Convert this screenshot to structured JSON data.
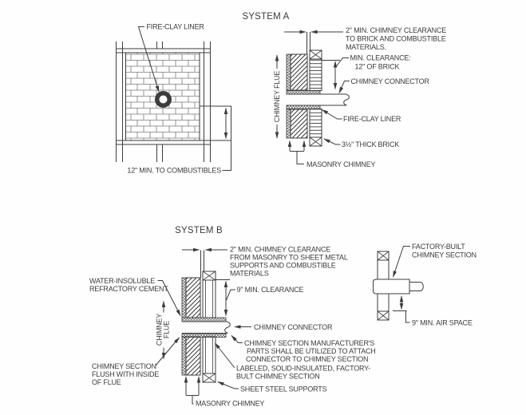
{
  "colors": {
    "line": "#3c3c3c",
    "background": "#ffffff"
  },
  "system_a": {
    "title": "SYSTEM A",
    "elevation": {
      "fire_clay_liner": "FIRE-CLAY LINER",
      "min_to_combustibles": "12\" MIN. TO COMBUSTIBLES"
    },
    "section": {
      "chimney_flue": "CHIMNEY FLUE",
      "clearance_lines": [
        "2\" MIN. CHIMNEY CLEARANCE",
        "TO BRICK AND COMBUSTIBLE",
        "MATERIALS."
      ],
      "min_clearance_lines": [
        "MIN. CLEARANCE:",
        "12\" OF BRICK"
      ],
      "chimney_connector": "CHIMNEY CONNECTOR",
      "fire_clay_liner": "FIRE-CLAY LINER",
      "thick_brick": "3½\" THICK BRICK",
      "masonry_chimney": "MASONRY CHIMNEY"
    }
  },
  "system_b": {
    "title": "SYSTEM B",
    "section": {
      "water_insoluble_lines": [
        "WATER-INSOLUBLE",
        "REFRACTORY CEMENT"
      ],
      "chimney_flue_lines": [
        "CHIMNEY",
        "FLUE"
      ],
      "clearance_lines": [
        "2\" MIN. CHIMNEY CLEARANCE",
        "FROM MASONRY TO SHEET METAL",
        "SUPPORTS AND COMBUSTIBLE",
        "MATERIALS"
      ],
      "min_clearance": "9\" MIN. CLEARANCE",
      "chimney_connector": "CHIMNEY CONNECTOR",
      "manufacturer_lines": [
        "CHIMNEY SECTION MANUFACTURER'S",
        "PARTS SHALL BE UTILIZED TO ATTACH",
        "CONNECTOR TO CHIMNEY SECTION"
      ],
      "labeled_lines": [
        "LABELED, SOLID-INSULATED, FACTORY-",
        "BULT CHIMNEY SECTION"
      ],
      "sheet_steel_supports": "SHEET STEEL SUPPORTS",
      "masonry_chimney": "MASONRY CHIMNEY",
      "flush_lines": [
        "CHIMNEY SECTION",
        "FLUSH WITH INSIDE",
        "OF FLUE"
      ]
    },
    "detail": {
      "factory_built_lines": [
        "FACTORY-BUILT",
        "CHIMNEY SECTION"
      ],
      "air_space": "9\" MIN. AIR SPACE"
    }
  }
}
